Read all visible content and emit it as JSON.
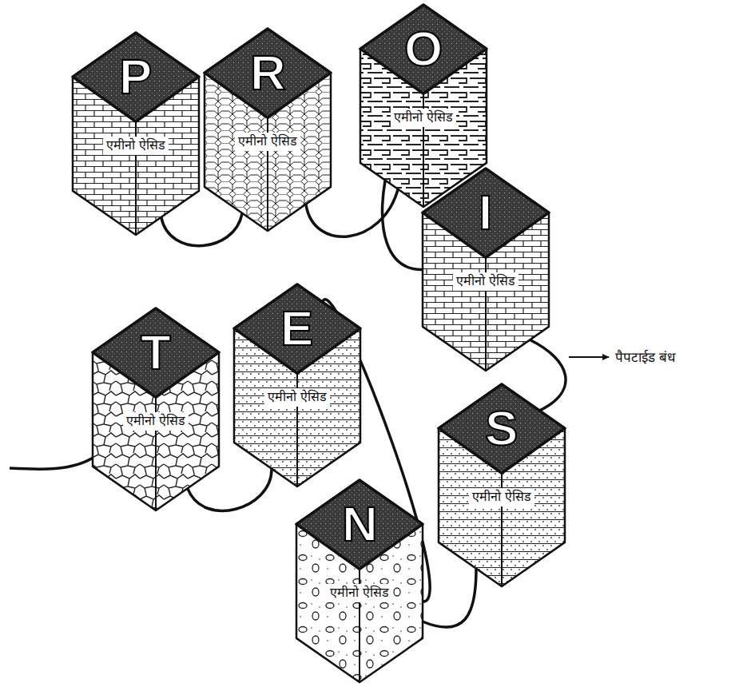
{
  "diagram": {
    "nodes": [
      {
        "text": [
          "P",
          "एमीनो ऐसिड"
        ]
      },
      {
        "text": [
          "R",
          "एमीनो ऐसिड"
        ]
      },
      {
        "text": [
          "O",
          "एमीनो ऐसिड"
        ]
      },
      {
        "text": [
          "I",
          "एमीनो ऐसिड"
        ]
      },
      {
        "text": [
          "S",
          "एमीनो ऐसिड"
        ]
      },
      {
        "text": [
          "N",
          "एमीनो ऐसिड"
        ]
      },
      {
        "text": [
          "E",
          "एमीनो ऐसिड"
        ]
      },
      {
        "text": [
          "T",
          "एमीनो ऐसिड"
        ]
      }
    ],
    "edges": [
      {
        "from": 0,
        "to": 1,
        "arrow": "none"
      },
      {
        "from": 1,
        "to": 2,
        "arrow": "none"
      },
      {
        "from": 2,
        "to": 3,
        "arrow": "none"
      },
      {
        "from": 3,
        "to": 4,
        "arrow": "none"
      },
      {
        "from": 4,
        "to": 5,
        "arrow": "none"
      },
      {
        "from": 5,
        "to": 6,
        "arrow": "none"
      },
      {
        "from": 6,
        "to": 7,
        "arrow": "none"
      }
    ],
    "labels": [
      "पैपटाईड बंध"
    ]
  }
}
